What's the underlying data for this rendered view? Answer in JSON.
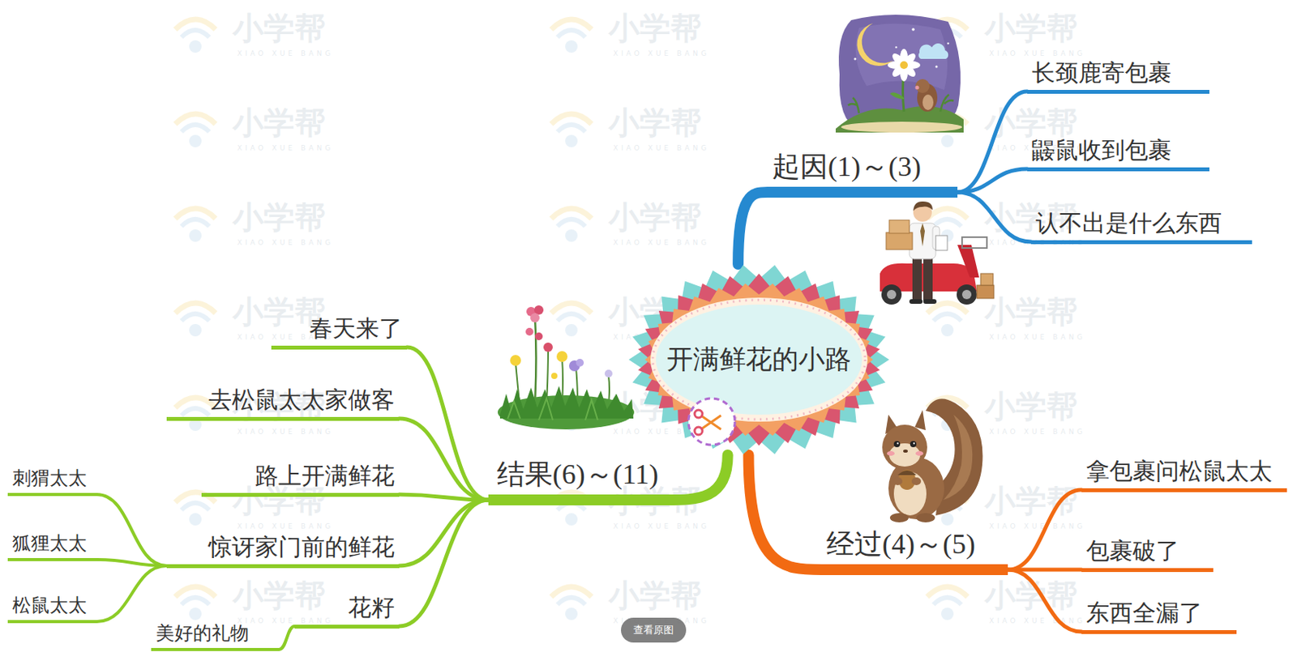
{
  "diagram": {
    "nodes": [
      {
        "text": [
          "开满鲜花的小路"
        ]
      },
      {
        "text": [
          "起因(1)～(3)"
        ]
      },
      {
        "text": [
          "长颈鹿寄包裹"
        ]
      },
      {
        "text": [
          "鼹鼠收到包裹"
        ]
      },
      {
        "text": [
          "认不出是什么东西"
        ]
      },
      {
        "text": [
          "经过(4)～(5)"
        ]
      },
      {
        "text": [
          "拿包裹问松鼠太太"
        ]
      },
      {
        "text": [
          "包裹破了"
        ]
      },
      {
        "text": [
          "东西全漏了"
        ]
      },
      {
        "text": [
          "结果(6)～(11)"
        ]
      },
      {
        "text": [
          "春天来了"
        ]
      },
      {
        "text": [
          "去松鼠太太家做客"
        ]
      },
      {
        "text": [
          "路上开满鲜花"
        ]
      },
      {
        "text": [
          "惊讶家门前的鲜花"
        ]
      },
      {
        "text": [
          "刺猬太太"
        ]
      },
      {
        "text": [
          "狐狸太太"
        ]
      },
      {
        "text": [
          "松鼠太太"
        ]
      },
      {
        "text": [
          "花籽"
        ]
      },
      {
        "text": [
          "美好的礼物"
        ]
      }
    ],
    "edges": [
      {
        "from": 0,
        "to": 1,
        "arrow": "none"
      },
      {
        "from": 1,
        "to": 2,
        "arrow": "none"
      },
      {
        "from": 1,
        "to": 3,
        "arrow": "none"
      },
      {
        "from": 1,
        "to": 4,
        "arrow": "none"
      },
      {
        "from": 0,
        "to": 5,
        "arrow": "none"
      },
      {
        "from": 5,
        "to": 6,
        "arrow": "none"
      },
      {
        "from": 5,
        "to": 7,
        "arrow": "none"
      },
      {
        "from": 5,
        "to": 8,
        "arrow": "none"
      },
      {
        "from": 0,
        "to": 9,
        "arrow": "none"
      },
      {
        "from": 9,
        "to": 10,
        "arrow": "none"
      },
      {
        "from": 9,
        "to": 11,
        "arrow": "none"
      },
      {
        "from": 9,
        "to": 12,
        "arrow": "none"
      },
      {
        "from": 9,
        "to": 13,
        "arrow": "none"
      },
      {
        "from": 13,
        "to": 14,
        "arrow": "none"
      },
      {
        "from": 13,
        "to": 15,
        "arrow": "none"
      },
      {
        "from": 13,
        "to": 16,
        "arrow": "none"
      },
      {
        "from": 9,
        "to": 17,
        "arrow": "none"
      },
      {
        "from": 17,
        "to": 18,
        "arrow": "none"
      }
    ],
    "labels": [
      "小学帮",
      "XIAO XUE BANG",
      "小学帮",
      "XIAO XUE BANG",
      "小学帮",
      "XIAO XUE BANG",
      "小学帮",
      "XIAO XUE BANG",
      "小学帮",
      "XIAO XUE BANG",
      "小学帮",
      "XIAO XUE BANG",
      "小学帮",
      "XIAO XUE BANG",
      "小学帮",
      "XIAO XUE BANG",
      "小学帮",
      "XIAO XUE BANG",
      "小学帮",
      "XIAO XUE BANG",
      "小学帮",
      "XIAO XUE BANG",
      "小学帮",
      "XIAO XUE BANG",
      "小学帮",
      "XIAO XUE BANG",
      "小学帮",
      "XIAO XUE BANG",
      "小学帮",
      "XIAO XUE BANG",
      "小学帮",
      "XIAO XUE BANG",
      "小学帮",
      "XIAO XUE BANG",
      "小学帮",
      "XIAO XUE BANG",
      "小学帮",
      "XIAO XUE BANG",
      "小学帮",
      "XIAO XUE BANG",
      "小学帮",
      "XIAO XUE BANG",
      "查看原图"
    ]
  }
}
